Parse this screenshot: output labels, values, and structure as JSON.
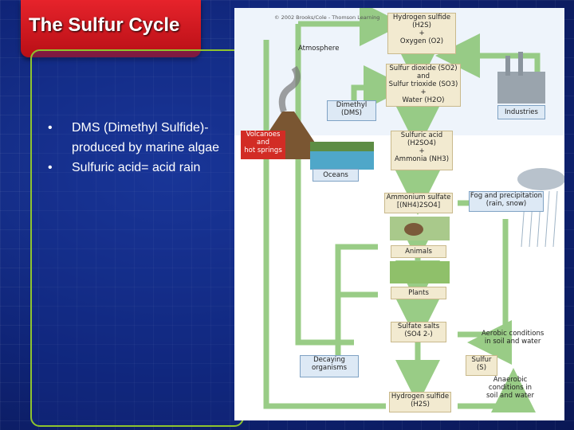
{
  "slide": {
    "title": "The Sulfur Cycle",
    "bullets": [
      {
        "marker": "•",
        "text": "DMS (Dimethyl Sulfide)- produced by marine algae"
      },
      {
        "marker": "•",
        "text": "Sulfuric acid= acid rain"
      }
    ]
  },
  "diagram": {
    "copyright": "© 2002 Brooks/Cole - Thomson Learning",
    "atmosphere": "Atmosphere",
    "h2s_top": {
      "line1": "Hydrogen sulfide",
      "line2": "(H2S)",
      "plus": "+",
      "line3": "Oxygen (O2)"
    },
    "so2": {
      "line1": "Sulfur dioxide (SO2)",
      "line2": "and",
      "line3": "Sulfur trioxide (SO3)",
      "plus": "+",
      "line4": "Water (H2O)"
    },
    "dms": {
      "line1": "Dimethyl",
      "line2": "(DMS)"
    },
    "industries": "Industries",
    "volcanoes": {
      "line1": "Volcanoes",
      "line2": "and",
      "line3": "hot springs"
    },
    "sulfuric": {
      "line1": "Sulfuric acid",
      "line2": "(H2SO4)",
      "plus": "+",
      "line3": "Ammonia (NH3)"
    },
    "oceans": "Oceans",
    "ammonium": {
      "line1": "Ammonium sulfate",
      "line2": "[(NH4)2SO4]"
    },
    "fog": {
      "line1": "Fog and precipitation",
      "line2": "(rain, snow)"
    },
    "animals": "Animals",
    "plants": "Plants",
    "sulfate": {
      "line1": "Sulfate salts",
      "line2": "(SO4 2-)"
    },
    "aerobic": {
      "line1": "Aerobic conditions",
      "line2": "in soil and water"
    },
    "decaying": {
      "line1": "Decaying",
      "line2": "organisms"
    },
    "sulfur": {
      "line1": "Sulfur",
      "line2": "(S)"
    },
    "anaerobic": {
      "line1": "Anaerobic",
      "line2": "conditions in",
      "line3": "soil and water"
    },
    "h2s_bottom": {
      "line1": "Hydrogen sulfide",
      "line2": "(H2S)"
    }
  }
}
